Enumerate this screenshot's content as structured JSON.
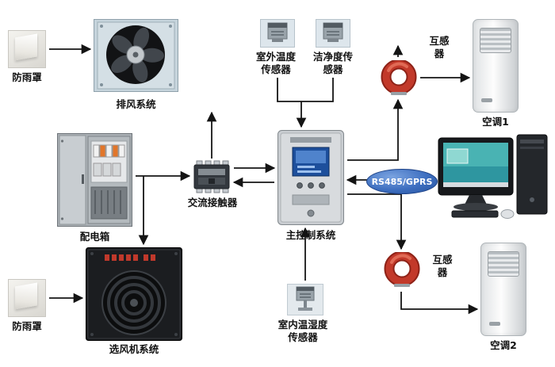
{
  "diagram": {
    "nodes": {
      "rain_cover_top": {
        "label": "防雨罩"
      },
      "exhaust_system": {
        "label": "排风系统"
      },
      "outdoor_temp_sensor": {
        "label": "室外温度\n传感器"
      },
      "cleanliness_sensor": {
        "label": "洁净度传\n感器"
      },
      "transformer_top": {
        "label": "互感\n器"
      },
      "air_conditioner_1": {
        "label": "空调1"
      },
      "distribution_box": {
        "label": "配电箱"
      },
      "ac_contactor": {
        "label": "交流接触器"
      },
      "main_control_system": {
        "label": "主控制系统"
      },
      "rs485_link": {
        "label": "RS485/GPRS"
      },
      "rain_cover_bottom": {
        "label": "防雨罩"
      },
      "fan_selection_system": {
        "label": "选风机系统"
      },
      "indoor_temp_humidity_sensor": {
        "label": "室内温湿度\n传感器"
      },
      "transformer_bottom": {
        "label": "互感\n器"
      },
      "air_conditioner_2": {
        "label": "空调2"
      }
    },
    "colors": {
      "background": "#ffffff",
      "arrow": "#141414",
      "transformer_ring": "#c2392a",
      "link_pill_fill": "#3e6fc0",
      "link_pill_text": "#ffffff"
    }
  }
}
